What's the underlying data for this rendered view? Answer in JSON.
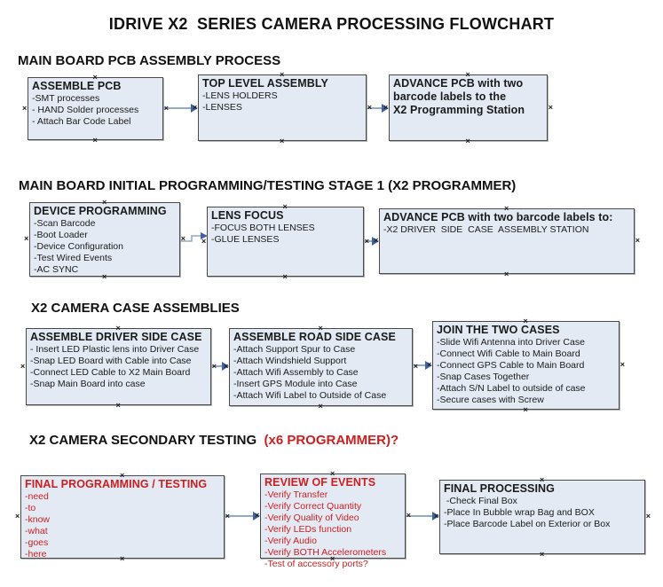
{
  "title": "IDRIVE X2  SERIES CAMERA PROCESSING FLOWCHART",
  "sections": [
    {
      "heading": "MAIN BOARD PCB ASSEMBLY PROCESS"
    },
    {
      "heading": "MAIN BOARD INITIAL PROGRAMMING/TESTING STAGE 1 (X2 PROGRAMMER)"
    },
    {
      "heading": "X2 CAMERA CASE ASSEMBLIES"
    },
    {
      "heading": "X2 CAMERA SECONDARY TESTING ",
      "heading_suffix": " (x6 PROGRAMMER)?"
    }
  ],
  "boxes": [
    {
      "title": "ASSEMBLE PCB",
      "lines": [
        "-SMT processes",
        "- HAND Solder processes",
        "- Attach Bar Code Label"
      ]
    },
    {
      "title": "TOP LEVEL ASSEMBLY",
      "lines": [
        "-LENS HOLDERS",
        "-LENSES"
      ]
    },
    {
      "title": "ADVANCE PCB with two\nbarcode labels to the\nX2 Programming Station",
      "lines": []
    },
    {
      "title": "DEVICE PROGRAMMING",
      "lines": [
        "-Scan Barcode",
        "-Boot Loader",
        "-Device Configuration",
        "-Test Wired Events",
        "-AC SYNC"
      ]
    },
    {
      "title": "LENS FOCUS",
      "lines": [
        "-FOCUS BOTH LENSES",
        "-GLUE LENSES"
      ]
    },
    {
      "title": "ADVANCE PCB with two barcode labels to:",
      "lines": [
        "-X2 DRIVER  SIDE  CASE  ASSEMBLY STATION"
      ]
    },
    {
      "title": "ASSEMBLE DRIVER SIDE CASE",
      "lines": [
        "- Insert LED Plastic lens into Driver Case",
        "-Snap LED Board with Cable into Case",
        "-Connect LED Cable to X2 Main Board",
        "-Snap Main Board into case"
      ]
    },
    {
      "title": "ASSEMBLE ROAD SIDE CASE",
      "lines": [
        "-Attach Support Spur to Case",
        "-Attach Windshield Support",
        "-Attach Wifi Assembly to Case",
        "-Insert GPS Module into Case",
        "-Attach Wifi Label to Outside of Case"
      ]
    },
    {
      "title": "JOIN THE TWO CASES",
      "lines": [
        "-Slide Wifi Antenna into Driver Case",
        "-Connect Wifi Cable to Main Board",
        "-Connect GPS Cable to Main Board",
        "-Snap Cases Together",
        "-Attach S/N Label to outside of case",
        "-Secure cases with Screw"
      ]
    },
    {
      "title": "FINAL PROGRAMMING / TESTING",
      "lines": [
        "-need",
        "-to",
        "-know",
        "-what",
        "-goes",
        "-here"
      ]
    },
    {
      "title": "REVIEW OF EVENTS",
      "lines": [
        "-Verify Transfer",
        "-Verify Correct Quantity",
        "-Verify Quality of Video",
        "-Verify LEDs function",
        "-Verify Audio",
        "-Verify BOTH Accelerometers",
        "-Test of accessory ports?"
      ]
    },
    {
      "title": "FINAL PROCESSING",
      "lines": [
        " -Check Final Box",
        "-Place In Bubble wrap Bag and BOX",
        "-Place Barcode Label on Exterior or Box"
      ]
    }
  ],
  "icons": {
    "connection_anchor": "×",
    "arrowhead": "right-triangle"
  },
  "colors": {
    "box_fill": "#e3eaf4",
    "box_border": "#4a4a4a",
    "connector_line": "#93a9c9",
    "connector_arrow": "#3f63a2",
    "red_text": "#cc2020",
    "heading_text": "#111111"
  }
}
